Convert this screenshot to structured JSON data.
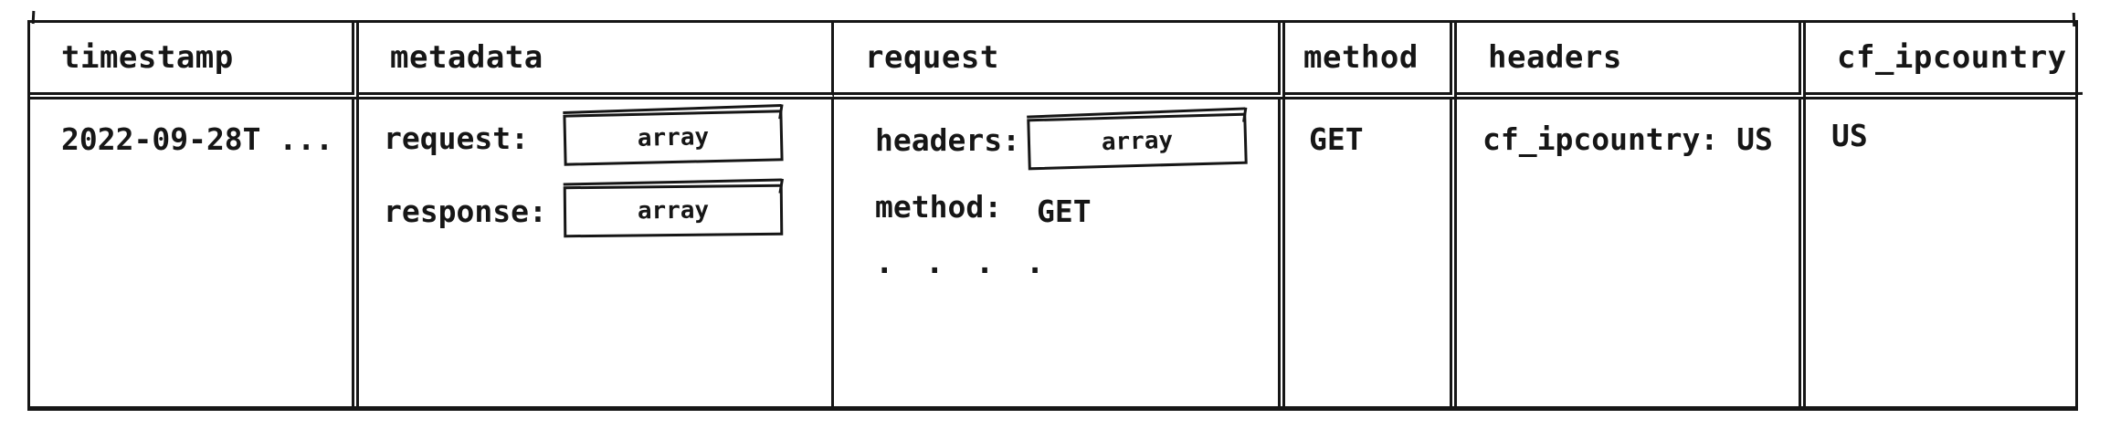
{
  "colors": {
    "ink": "#161616",
    "background": "#ffffff"
  },
  "table": {
    "columns": [
      {
        "key": "timestamp",
        "label": "timestamp"
      },
      {
        "key": "metadata",
        "label": "metadata"
      },
      {
        "key": "request",
        "label": "request"
      },
      {
        "key": "method",
        "label": "method"
      },
      {
        "key": "headers",
        "label": "headers"
      },
      {
        "key": "cf_ipcountry",
        "label": "cf_ipcountry"
      }
    ],
    "row": {
      "timestamp": "2022-09-28T ...",
      "metadata": {
        "entries": [
          {
            "key": "request:",
            "value": "array",
            "value_type": "array-chip"
          },
          {
            "key": "response:",
            "value": "array",
            "value_type": "array-chip"
          }
        ]
      },
      "request": {
        "entries": [
          {
            "key": "headers:",
            "value": "array",
            "value_type": "array-chip"
          },
          {
            "key": "method:",
            "value": "GET",
            "value_type": "text"
          }
        ],
        "more_indicator": ". . . ."
      },
      "method": "GET",
      "headers": "cf_ipcountry: US",
      "cf_ipcountry": "US"
    }
  }
}
